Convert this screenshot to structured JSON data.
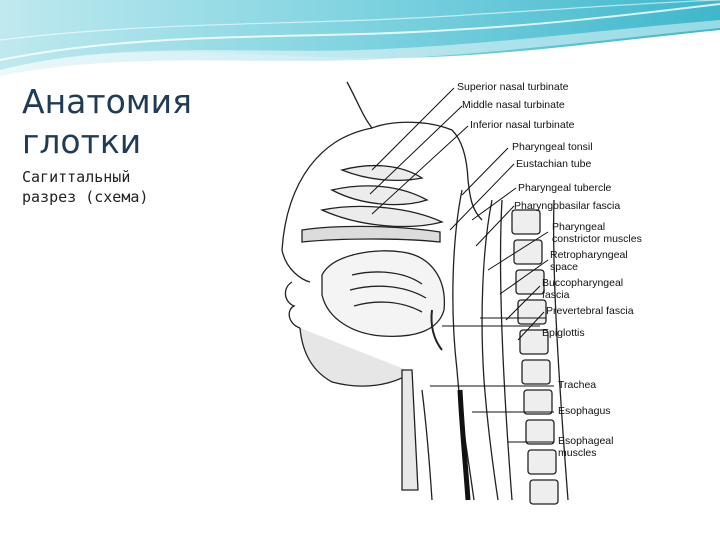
{
  "slide": {
    "title_lines": [
      "Анатомия",
      "глотки"
    ],
    "subtitle_lines": [
      "Сагиттальный",
      "разрез (схема)"
    ],
    "accent_color": "#7fd3e0"
  },
  "figure": {
    "labels": {
      "superior_nasal_turbinate": "Superior nasal turbinate",
      "middle_nasal_turbinate": "Middle nasal turbinate",
      "inferior_nasal_turbinate": "Inferior nasal turbinate",
      "pharyngeal_tonsil": "Pharyngeal tonsil",
      "eustachian_tube": "Eustachian tube",
      "pharyngeal_tubercle": "Pharyngeal tubercle",
      "pharyngobasilar_fascia": "Pharyngobasilar fascia",
      "pharyngeal_constrictor_line1": "Pharyngeal",
      "pharyngeal_constrictor_line2": "constrictor muscles",
      "retropharyngeal_line1": "Retropharyngeal",
      "retropharyngeal_line2": "space",
      "buccopharyngeal_line1": "Buccopharyngeal",
      "buccopharyngeal_line2": "fascia",
      "prevertebral_fascia": "Prevertebral fascia",
      "epiglottis": "Epiglottis",
      "trachea": "Trachea",
      "esophagus": "Esophagus",
      "esophageal_muscles_line1": "Esophageal",
      "esophageal_muscles_line2": "muscles"
    }
  }
}
